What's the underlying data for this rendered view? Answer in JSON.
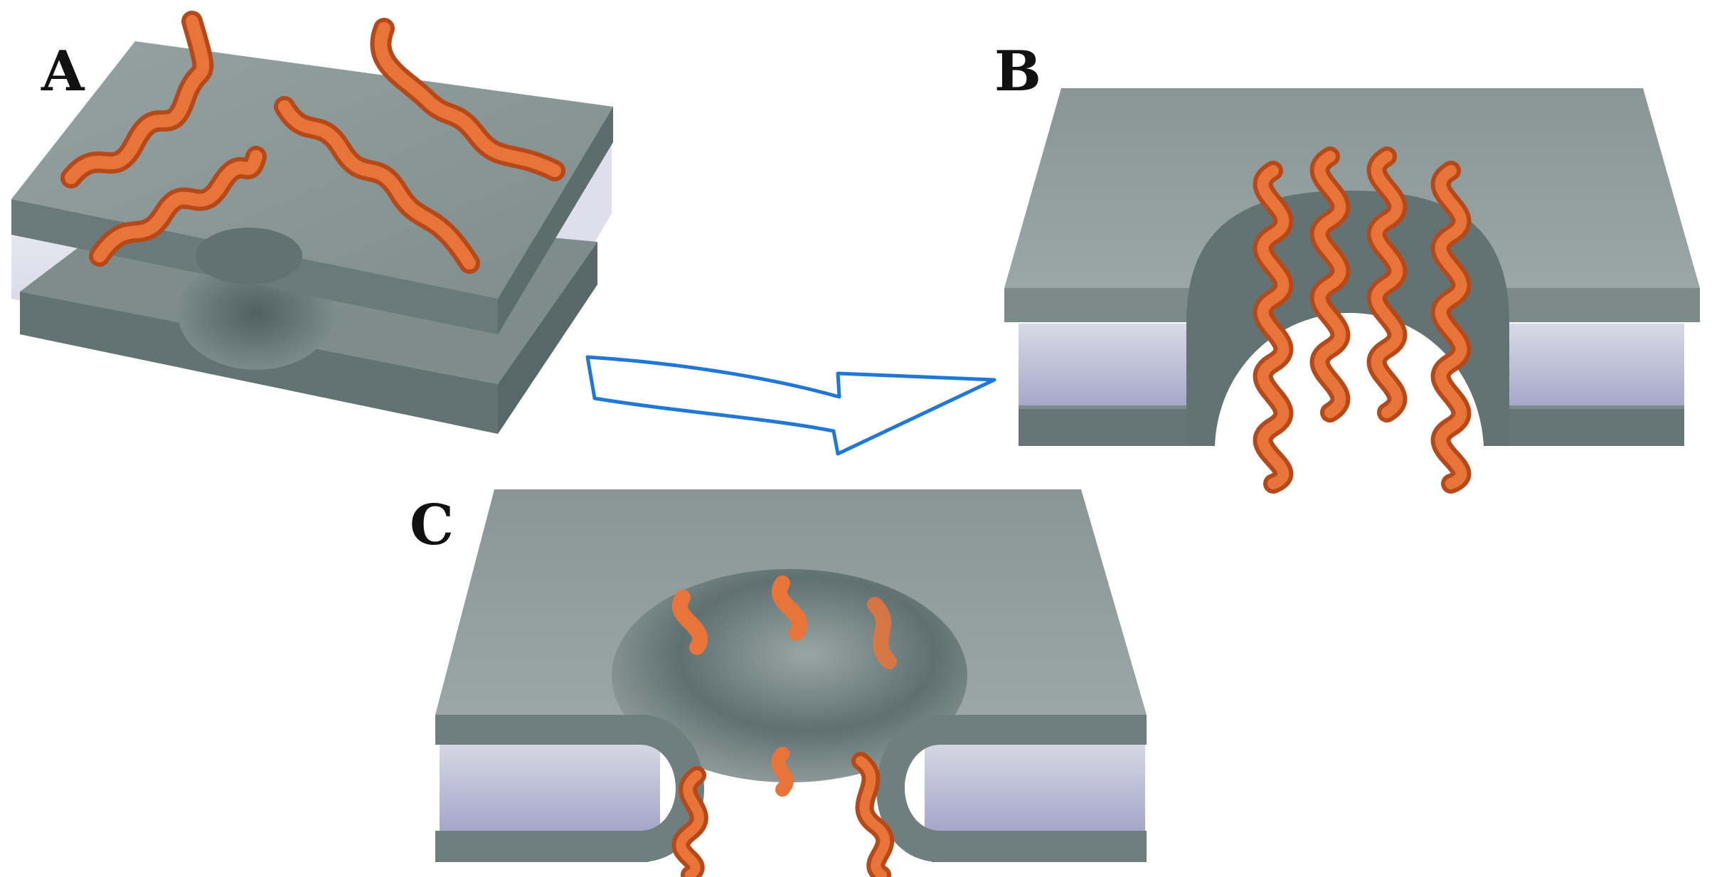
{
  "panels": {
    "a": {
      "label": "A"
    },
    "b": {
      "label": "B"
    },
    "c": {
      "label": "C"
    }
  },
  "colors": {
    "membrane_top": "#8d9999",
    "membrane_side": "#6c7b7b",
    "interior": "#a9a9cc",
    "helix": "#e0692c",
    "helix_dark": "#b5491a",
    "arrow": "#1f78d8"
  }
}
